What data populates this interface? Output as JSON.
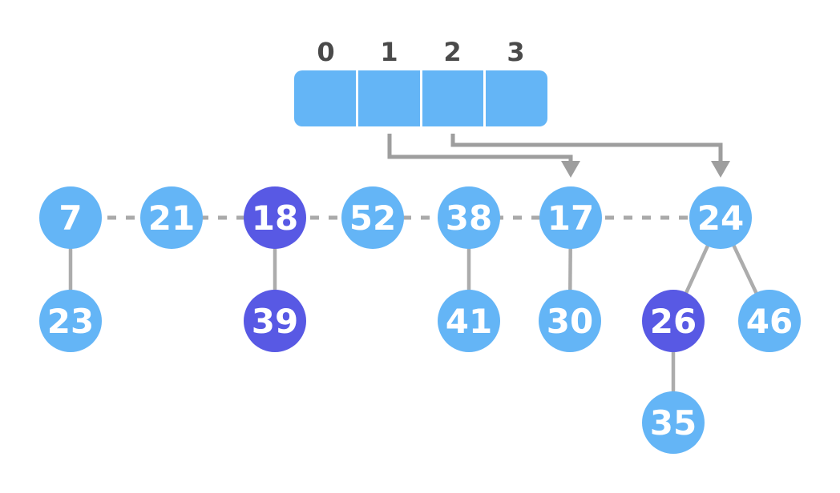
{
  "palette": {
    "background": "#ffffff",
    "node_blue": "#64B5F6",
    "node_purple": "#5859E4",
    "array_blue": "#64B5F6",
    "node_text": "#ffffff",
    "index_label": "#4A4A4A",
    "edge_gray": "#ACACAC",
    "dash_gray": "#AAAAAA",
    "arrow_gray": "#9E9E9E"
  },
  "array": {
    "indices": [
      "0",
      "1",
      "2",
      "3"
    ]
  },
  "nodes": [
    {
      "value": "7",
      "variant": "blue"
    },
    {
      "value": "21",
      "variant": "blue"
    },
    {
      "value": "18",
      "variant": "purple"
    },
    {
      "value": "52",
      "variant": "blue"
    },
    {
      "value": "38",
      "variant": "blue"
    },
    {
      "value": "17",
      "variant": "blue"
    },
    {
      "value": "24",
      "variant": "blue"
    },
    {
      "value": "23",
      "variant": "blue"
    },
    {
      "value": "39",
      "variant": "purple"
    },
    {
      "value": "41",
      "variant": "blue"
    },
    {
      "value": "30",
      "variant": "blue"
    },
    {
      "value": "26",
      "variant": "purple"
    },
    {
      "value": "46",
      "variant": "blue"
    },
    {
      "value": "35",
      "variant": "blue"
    }
  ],
  "structure": {
    "chain_order": [
      "7",
      "21",
      "18",
      "52",
      "38",
      "17",
      "24"
    ],
    "child_edges": [
      [
        "7",
        "23"
      ],
      [
        "18",
        "39"
      ],
      [
        "38",
        "41"
      ],
      [
        "17",
        "30"
      ],
      [
        "24",
        "26"
      ],
      [
        "24",
        "46"
      ],
      [
        "26",
        "35"
      ]
    ],
    "arrows": [
      {
        "from_bucket": "1",
        "to_node": "17"
      },
      {
        "from_bucket": "2",
        "to_node": "24"
      }
    ],
    "highlighted_nodes": [
      "18",
      "39",
      "26"
    ]
  }
}
